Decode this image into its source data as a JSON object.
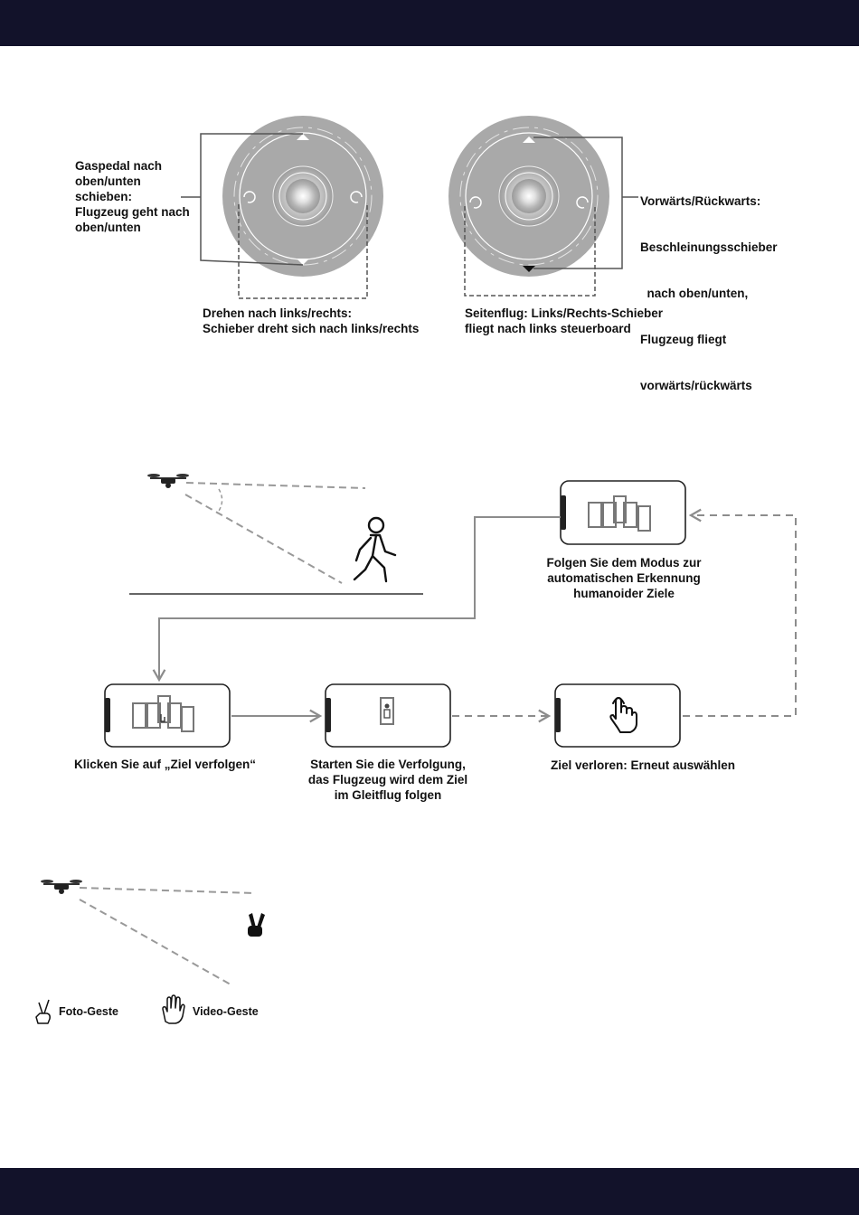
{
  "joystick_left": {
    "side_label": [
      "Gaspedal nach",
      "oben/unten",
      "schieben:",
      "Flugzeug geht nach",
      "oben/unten"
    ],
    "bottom_label": [
      "Drehen nach links/rechts:",
      "Schieber dreht sich nach links/rechts"
    ]
  },
  "joystick_right": {
    "side_label": [
      "Vorwärts/Rückwarts:",
      "Beschleinungsschieber",
      "  nach oben/unten,",
      "Flugzeug fliegt",
      "vorwärts/rückwärts"
    ],
    "bottom_label": [
      "Seitenflug: Links/Rechts-Schieber",
      "fliegt nach links steuerboard"
    ]
  },
  "follow_flow": {
    "step_detect": [
      "Folgen Sie dem Modus zur",
      "automatischen Erkennung",
      "humanoider Ziele"
    ],
    "step_click": [
      "Klicken Sie auf „Ziel verfolgen“"
    ],
    "step_start": [
      "Starten Sie die Verfolgung,",
      "das Flugzeug wird dem Ziel",
      "im Gleitflug folgen"
    ],
    "step_lost": [
      "Ziel verloren: Erneut auswählen"
    ]
  },
  "gestures": {
    "photo_label": "Foto-Geste",
    "video_label": "Video-Geste"
  },
  "colors": {
    "band": "#12122a",
    "joystick_outer": "#a9a9a9",
    "line": "#8c8c8c"
  }
}
